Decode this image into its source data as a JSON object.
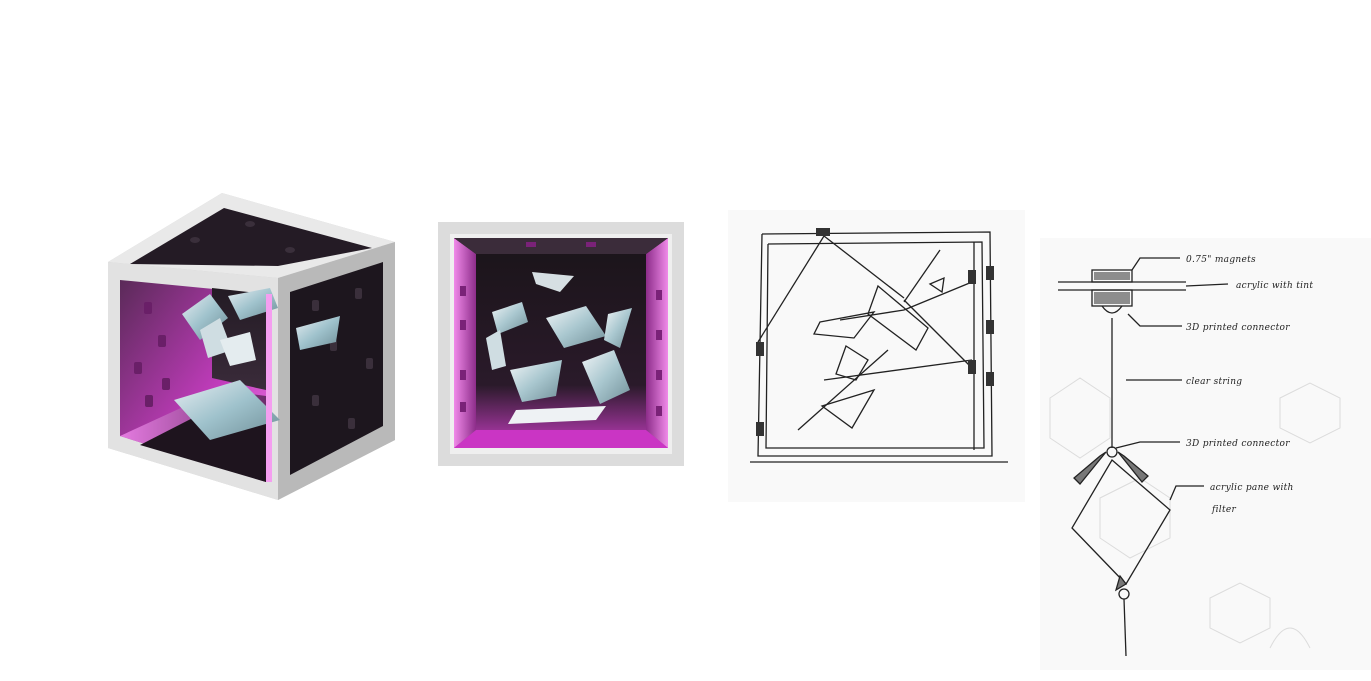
{
  "colors": {
    "frame_light": "#e4e4e4",
    "frame_mid": "#c9c9c9",
    "frame_dark": "#a9a9a9",
    "interior_dark": "#1c141c",
    "interior_magenta": "#d63bd0",
    "glow": "#f06ae6",
    "pane": "#b8d0d8",
    "ink": "#222222",
    "paper": "#f7f7f7"
  },
  "annotations": {
    "magnets": "0.75\" magnets",
    "acrylic_tint": "acrylic with tint",
    "connector_top": "3D printed connector",
    "string": "clear string",
    "connector_mid": "3D printed connector",
    "pane_filter_line1": "acrylic pane with",
    "pane_filter_line2": "filter"
  }
}
